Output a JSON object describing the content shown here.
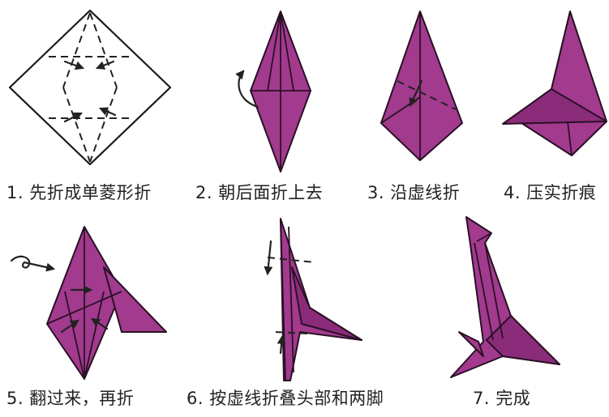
{
  "colors": {
    "paper_fill": "#A23A8E",
    "outline": "#2a1026",
    "caption": "#222222"
  },
  "steps": [
    {
      "label": "1. 先折成单菱形折"
    },
    {
      "label": "2. 朝后面折上去"
    },
    {
      "label": "3. 沿虚线折"
    },
    {
      "label": "4. 压实折痕"
    },
    {
      "label": "5. 翻过来，再折"
    },
    {
      "label": "6. 按虚线折叠头部和两脚"
    },
    {
      "label": "7. 完成"
    }
  ]
}
